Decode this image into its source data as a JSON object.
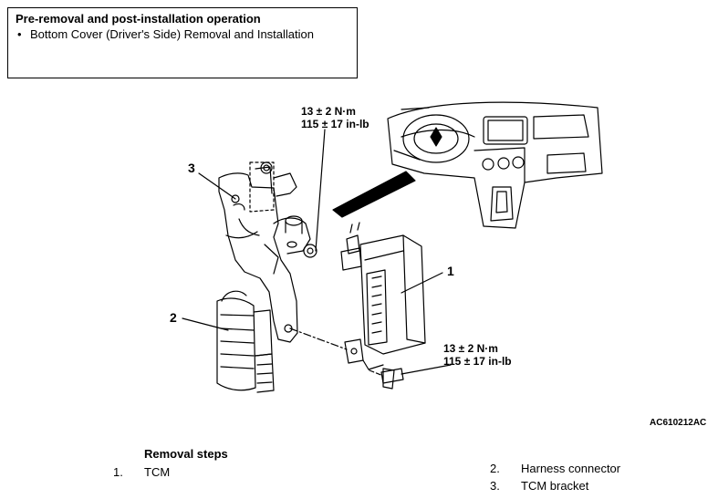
{
  "pre_op": {
    "title": "Pre-removal and post-installation operation",
    "items": [
      "Bottom Cover (Driver's Side) Removal and Installation"
    ]
  },
  "callouts": {
    "one": "1",
    "two": "2",
    "three": "3"
  },
  "torque_upper": {
    "line1": "13 ± 2 N·m",
    "line2": "115 ± 17 in-lb"
  },
  "torque_lower": {
    "line1": "13 ± 2 N·m",
    "line2": "115 ± 17 in-lb"
  },
  "figure_code": "AC610212AC",
  "removal": {
    "title": "Removal steps",
    "steps": [
      {
        "num": "1.",
        "label": "TCM"
      },
      {
        "num": "2.",
        "label": "Harness connector"
      },
      {
        "num": "3.",
        "label": "TCM bracket"
      }
    ]
  }
}
